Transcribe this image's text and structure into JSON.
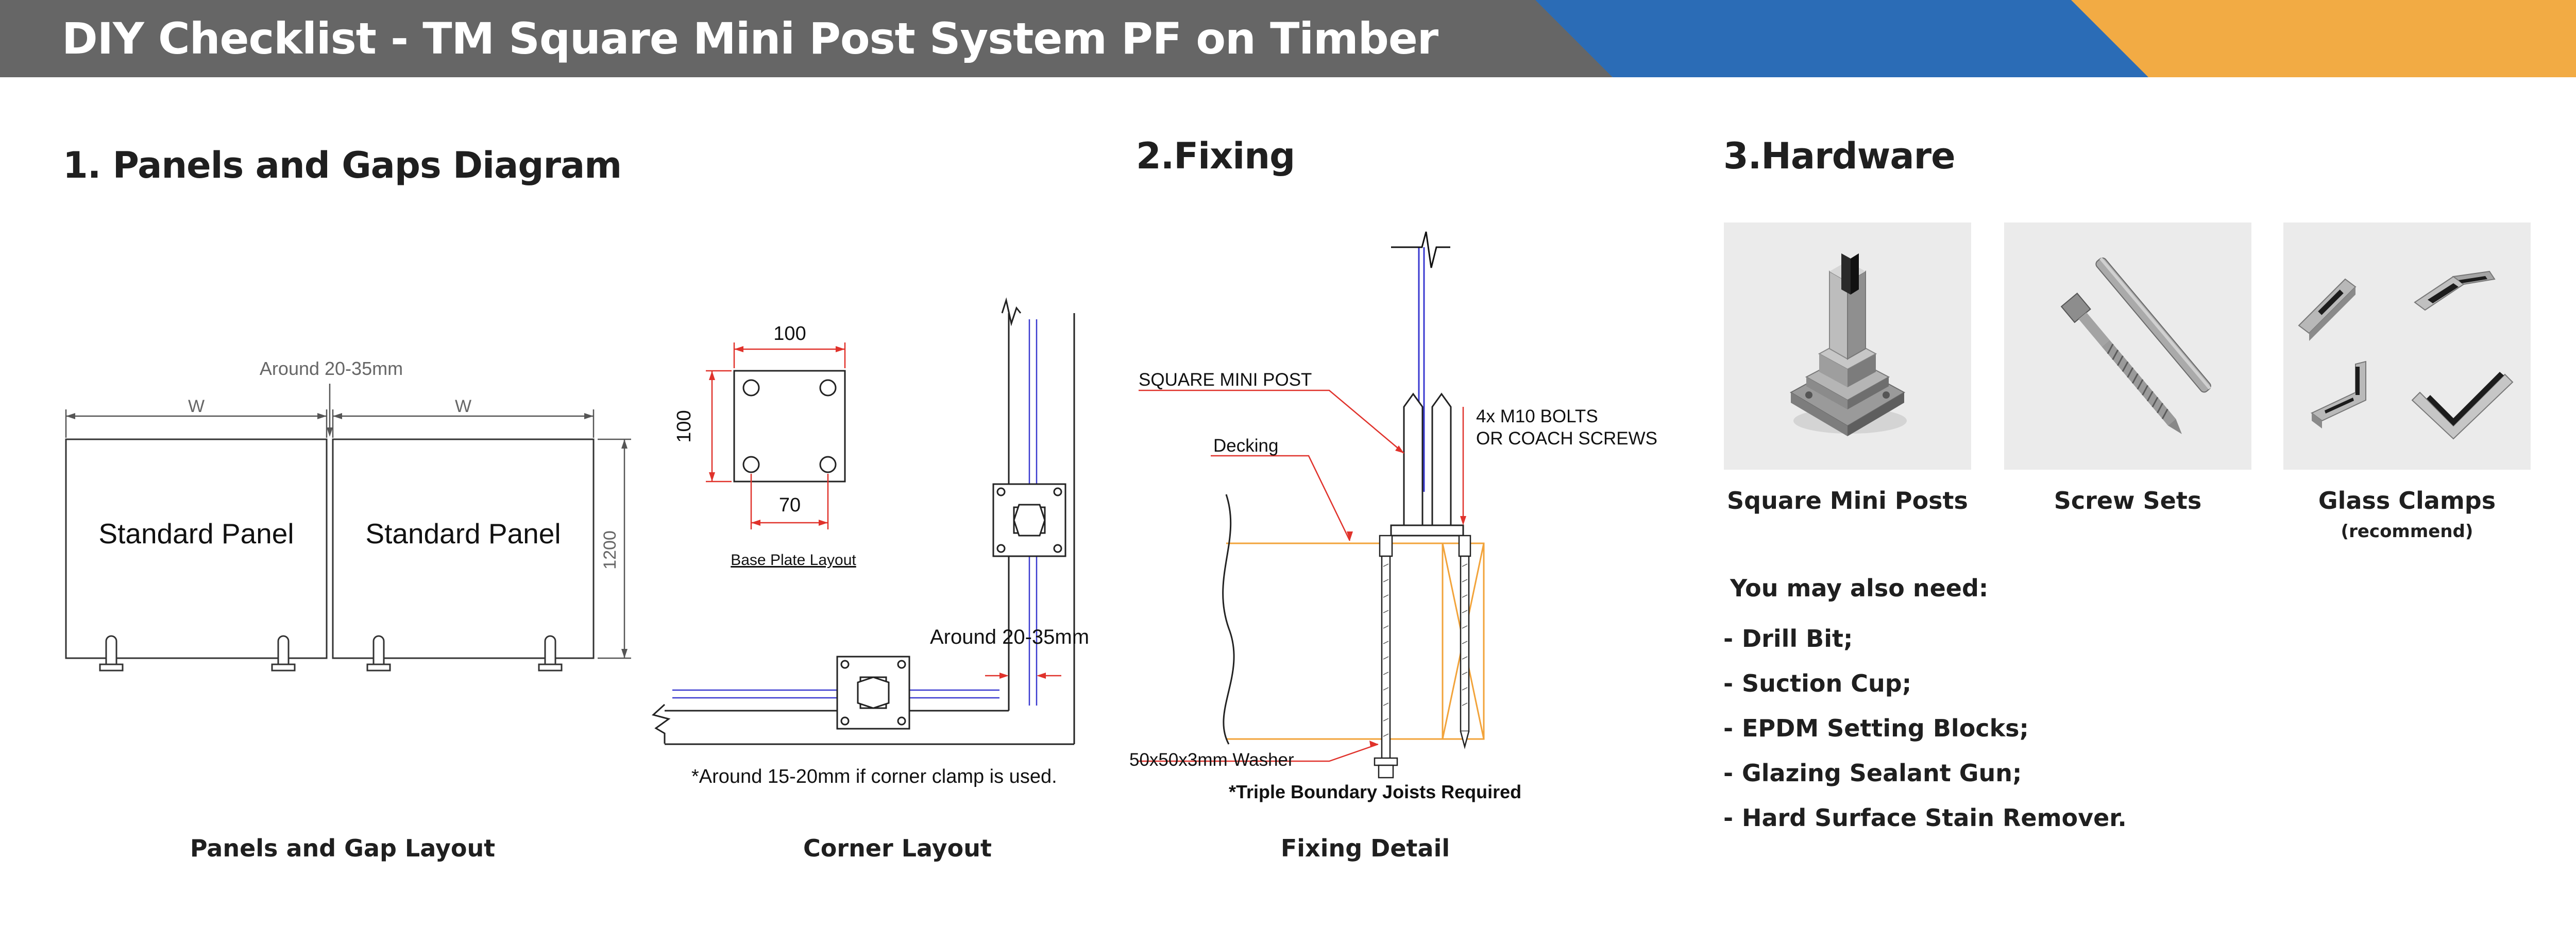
{
  "header": {
    "title": "DIY Checklist - TM Square Mini Post  System PF on Timber",
    "colors": {
      "grey": "#666666",
      "blue": "#2b6cb6",
      "orange": "#f2ab44"
    }
  },
  "sections": {
    "panels": {
      "heading": "1. Panels and Gaps Diagram"
    },
    "fixing": {
      "heading": "2.Fixing"
    },
    "hardware": {
      "heading": "3.Hardware"
    }
  },
  "panels_diagram": {
    "gap_note": "Around 20-35mm",
    "width_label_left": "W",
    "width_label_right": "W",
    "panel_left_label": "Standard Panel",
    "panel_right_label": "Standard Panel",
    "height_label": "1200",
    "caption": "Panels and Gap Layout"
  },
  "corner_diagram": {
    "base_plate_width": "100",
    "base_plate_height": "100",
    "hole_spacing": "70",
    "base_plate_caption": "Base Plate Layout",
    "corner_gap_note": "Around 20-35mm",
    "corner_clamp_note": "*Around 15-20mm if corner clamp is used.",
    "caption": "Corner Layout"
  },
  "fixing_diagram": {
    "post_label": "SQUARE MINI POST",
    "bolts_label_line1": "4x M10 BOLTS",
    "bolts_label_line2": "OR COACH SCREWS",
    "decking_label": "Decking",
    "washer_label": "50x50x3mm Washer",
    "joists_note": "*Triple Boundary Joists Required",
    "caption": "Fixing Detail"
  },
  "hardware": {
    "items": [
      {
        "name": "Square Mini Posts",
        "icon": "square-mini-post-photo"
      },
      {
        "name": "Screw Sets",
        "icon": "screw-set-photo"
      },
      {
        "name": "Glass Clamps",
        "sub": "(recommend)",
        "icon": "glass-clamp-photo"
      }
    ],
    "also_need_title": "You may also need:",
    "also_need": [
      "Drill Bit;",
      "Suction Cup;",
      "EPDM Setting Blocks;",
      "Glazing Sealant Gun;",
      "Hard Surface Stain Remover."
    ]
  }
}
